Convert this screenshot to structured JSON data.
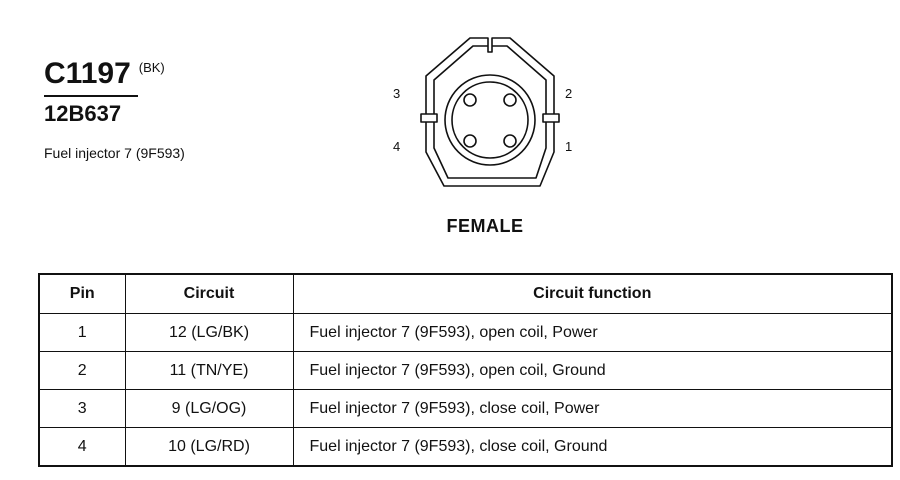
{
  "connector": {
    "id": "C1197",
    "color": "(BK)",
    "part_number": "12B637",
    "description": "Fuel injector 7 (9F593)",
    "gender": "FEMALE",
    "pin_labels": {
      "p1": "1",
      "p2": "2",
      "p3": "3",
      "p4": "4"
    }
  },
  "table": {
    "headers": {
      "pin": "Pin",
      "circuit": "Circuit",
      "function": "Circuit function"
    },
    "rows": [
      {
        "pin": "1",
        "circuit": "12 (LG/BK)",
        "function": "Fuel injector 7 (9F593), open coil, Power"
      },
      {
        "pin": "2",
        "circuit": "11 (TN/YE)",
        "function": "Fuel injector 7 (9F593), open coil, Ground"
      },
      {
        "pin": "3",
        "circuit": "9 (LG/OG)",
        "function": "Fuel injector 7 (9F593), close coil, Power"
      },
      {
        "pin": "4",
        "circuit": "10 (LG/RD)",
        "function": "Fuel injector 7 (9F593), close coil, Ground"
      }
    ]
  }
}
